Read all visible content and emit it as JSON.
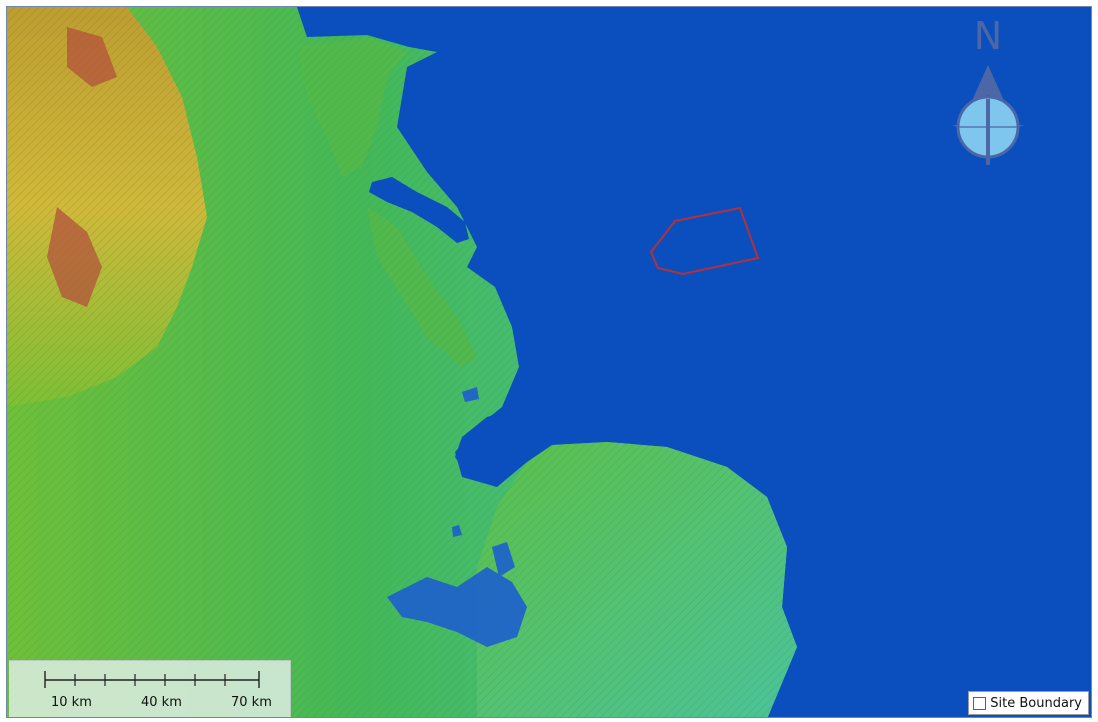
{
  "map": {
    "scale_bar": {
      "labels": [
        "10 km",
        "40 km",
        "70 km"
      ]
    },
    "north_arrow": {
      "letter": "N"
    },
    "legend": {
      "label": "Site Boundary",
      "color": "#c0392b"
    },
    "colors": {
      "sea": "#0b4fbf",
      "lowland": "#4cc39a",
      "upland_green": "#44b84a",
      "highland": "#c9a233",
      "peak": "#b4513c",
      "site_boundary": "#b0323a",
      "compass_fill": "#7ec6ee",
      "compass_arrow": "#4c67a6"
    },
    "icons": [
      "north-arrow-icon",
      "compass-icon",
      "legend-swatch-icon"
    ]
  }
}
